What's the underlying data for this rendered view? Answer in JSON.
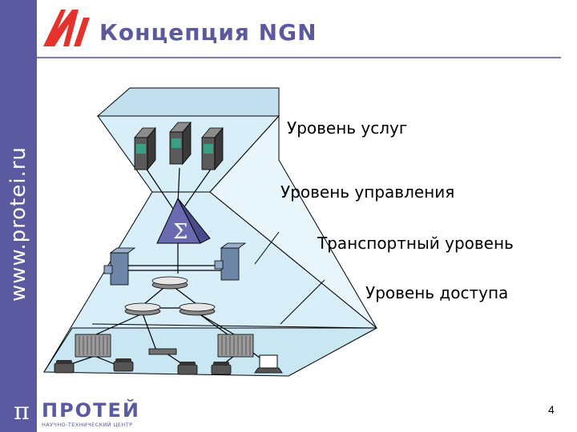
{
  "sidebar": {
    "url": "www.protei.ru"
  },
  "title": "Концепция NGN",
  "levels": [
    {
      "label": "Уровень услуг"
    },
    {
      "label": "Уровень управления"
    },
    {
      "label": "Транспортный уровень"
    },
    {
      "label": "Уровень доступа"
    }
  ],
  "footer": {
    "pi": "π",
    "brand": "ПРОТЕЙ",
    "subtitle": "НАУЧНО-ТЕХНИЧЕСКИЙ ЦЕНТР"
  },
  "page_number": "4",
  "colors": {
    "accent": "#5b5aa0",
    "logo_red": "#e5322d",
    "diagram_fill": "#d8eef8"
  },
  "icons": {
    "servers": "server-icon",
    "softswitch": "sigma-prism-icon",
    "media_gateways": "gateway-icon",
    "routers": "router-icon",
    "access": [
      "access-rack-icon",
      "modem-icon",
      "phone-icon",
      "laptop-icon"
    ]
  }
}
